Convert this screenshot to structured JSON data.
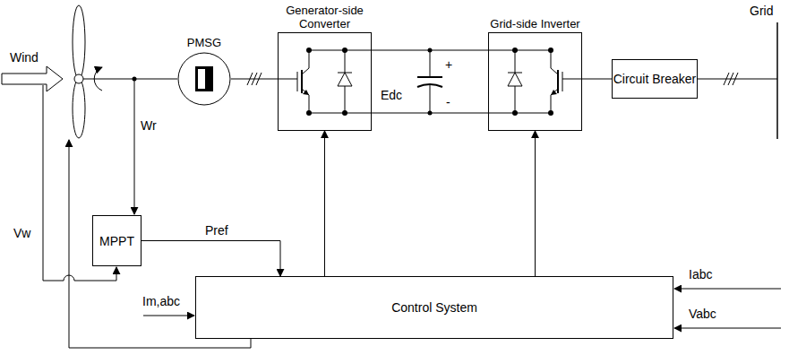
{
  "diagram": {
    "nodes": [
      {
        "text": [
          "PMSG"
        ]
      },
      {
        "text": [
          "Generator-side Converter"
        ]
      },
      {
        "text": [
          "Grid-side Inverter"
        ]
      },
      {
        "text": [
          "Circuit Breaker"
        ]
      },
      {
        "text": [
          "MPPT"
        ]
      },
      {
        "text": [
          "Control System"
        ]
      }
    ],
    "edges": [
      {
        "from": 0,
        "to": 1,
        "arrow": "none"
      },
      {
        "from": 1,
        "to": 2,
        "arrow": "none"
      },
      {
        "from": 1,
        "to": 2,
        "arrow": "none"
      },
      {
        "from": 2,
        "to": 3,
        "arrow": "none"
      },
      {
        "from": 4,
        "to": 5,
        "label": "Pref",
        "arrow": "to"
      },
      {
        "from": 5,
        "to": 1,
        "arrow": "to"
      },
      {
        "from": 5,
        "to": 2,
        "arrow": "to"
      }
    ],
    "labels": [
      "Wind",
      "Wr",
      "Vw",
      "Im,abc",
      "Edc",
      "+",
      "-",
      "Iabc",
      "Vabc",
      "Grid"
    ]
  }
}
